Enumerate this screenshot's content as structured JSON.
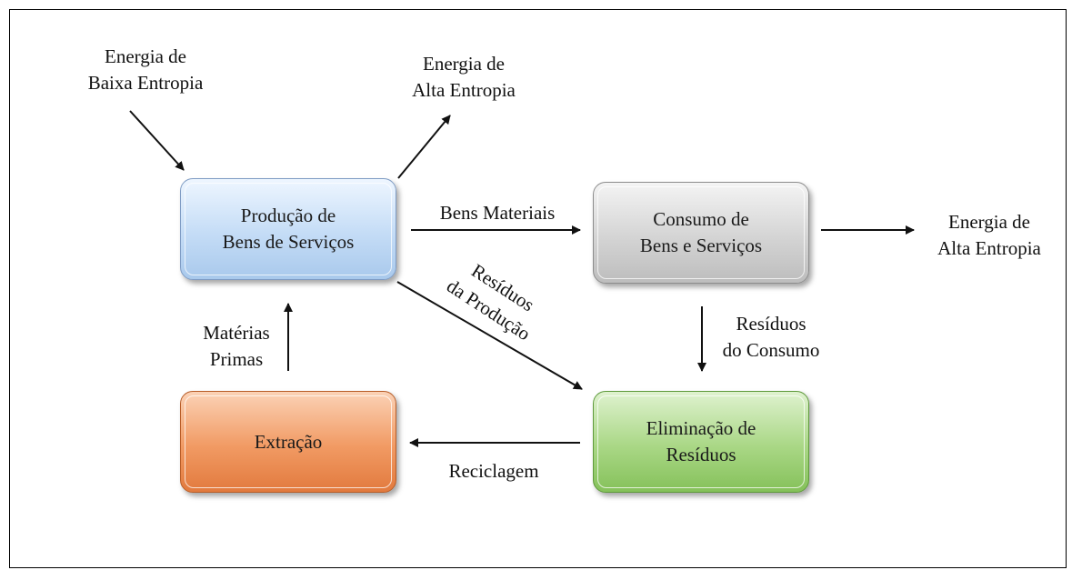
{
  "nodes": {
    "producao": {
      "line1": "Produção de",
      "line2": "Bens de Serviços"
    },
    "consumo": {
      "line1": "Consumo de",
      "line2": "Bens e Serviços"
    },
    "extracao": {
      "line1": "Extração"
    },
    "eliminacao": {
      "line1": "Eliminação de",
      "line2": "Resíduos"
    }
  },
  "labels": {
    "energia_baixa_entropia": {
      "line1": "Energia de",
      "line2": "Baixa Entropia"
    },
    "energia_alta_entropia_top": {
      "line1": "Energia de",
      "line2": "Alta Entropia"
    },
    "energia_alta_entropia_right": {
      "line1": "Energia de",
      "line2": "Alta Entropia"
    },
    "bens_materiais": "Bens Materiais",
    "residuos_producao": {
      "line1": "Resíduos",
      "line2": "da Produção"
    },
    "residuos_consumo": {
      "line1": "Resíduos",
      "line2": "do Consumo"
    },
    "materias_primas": {
      "line1": "Matérias",
      "line2": "Primas"
    },
    "reciclagem": "Reciclagem"
  }
}
